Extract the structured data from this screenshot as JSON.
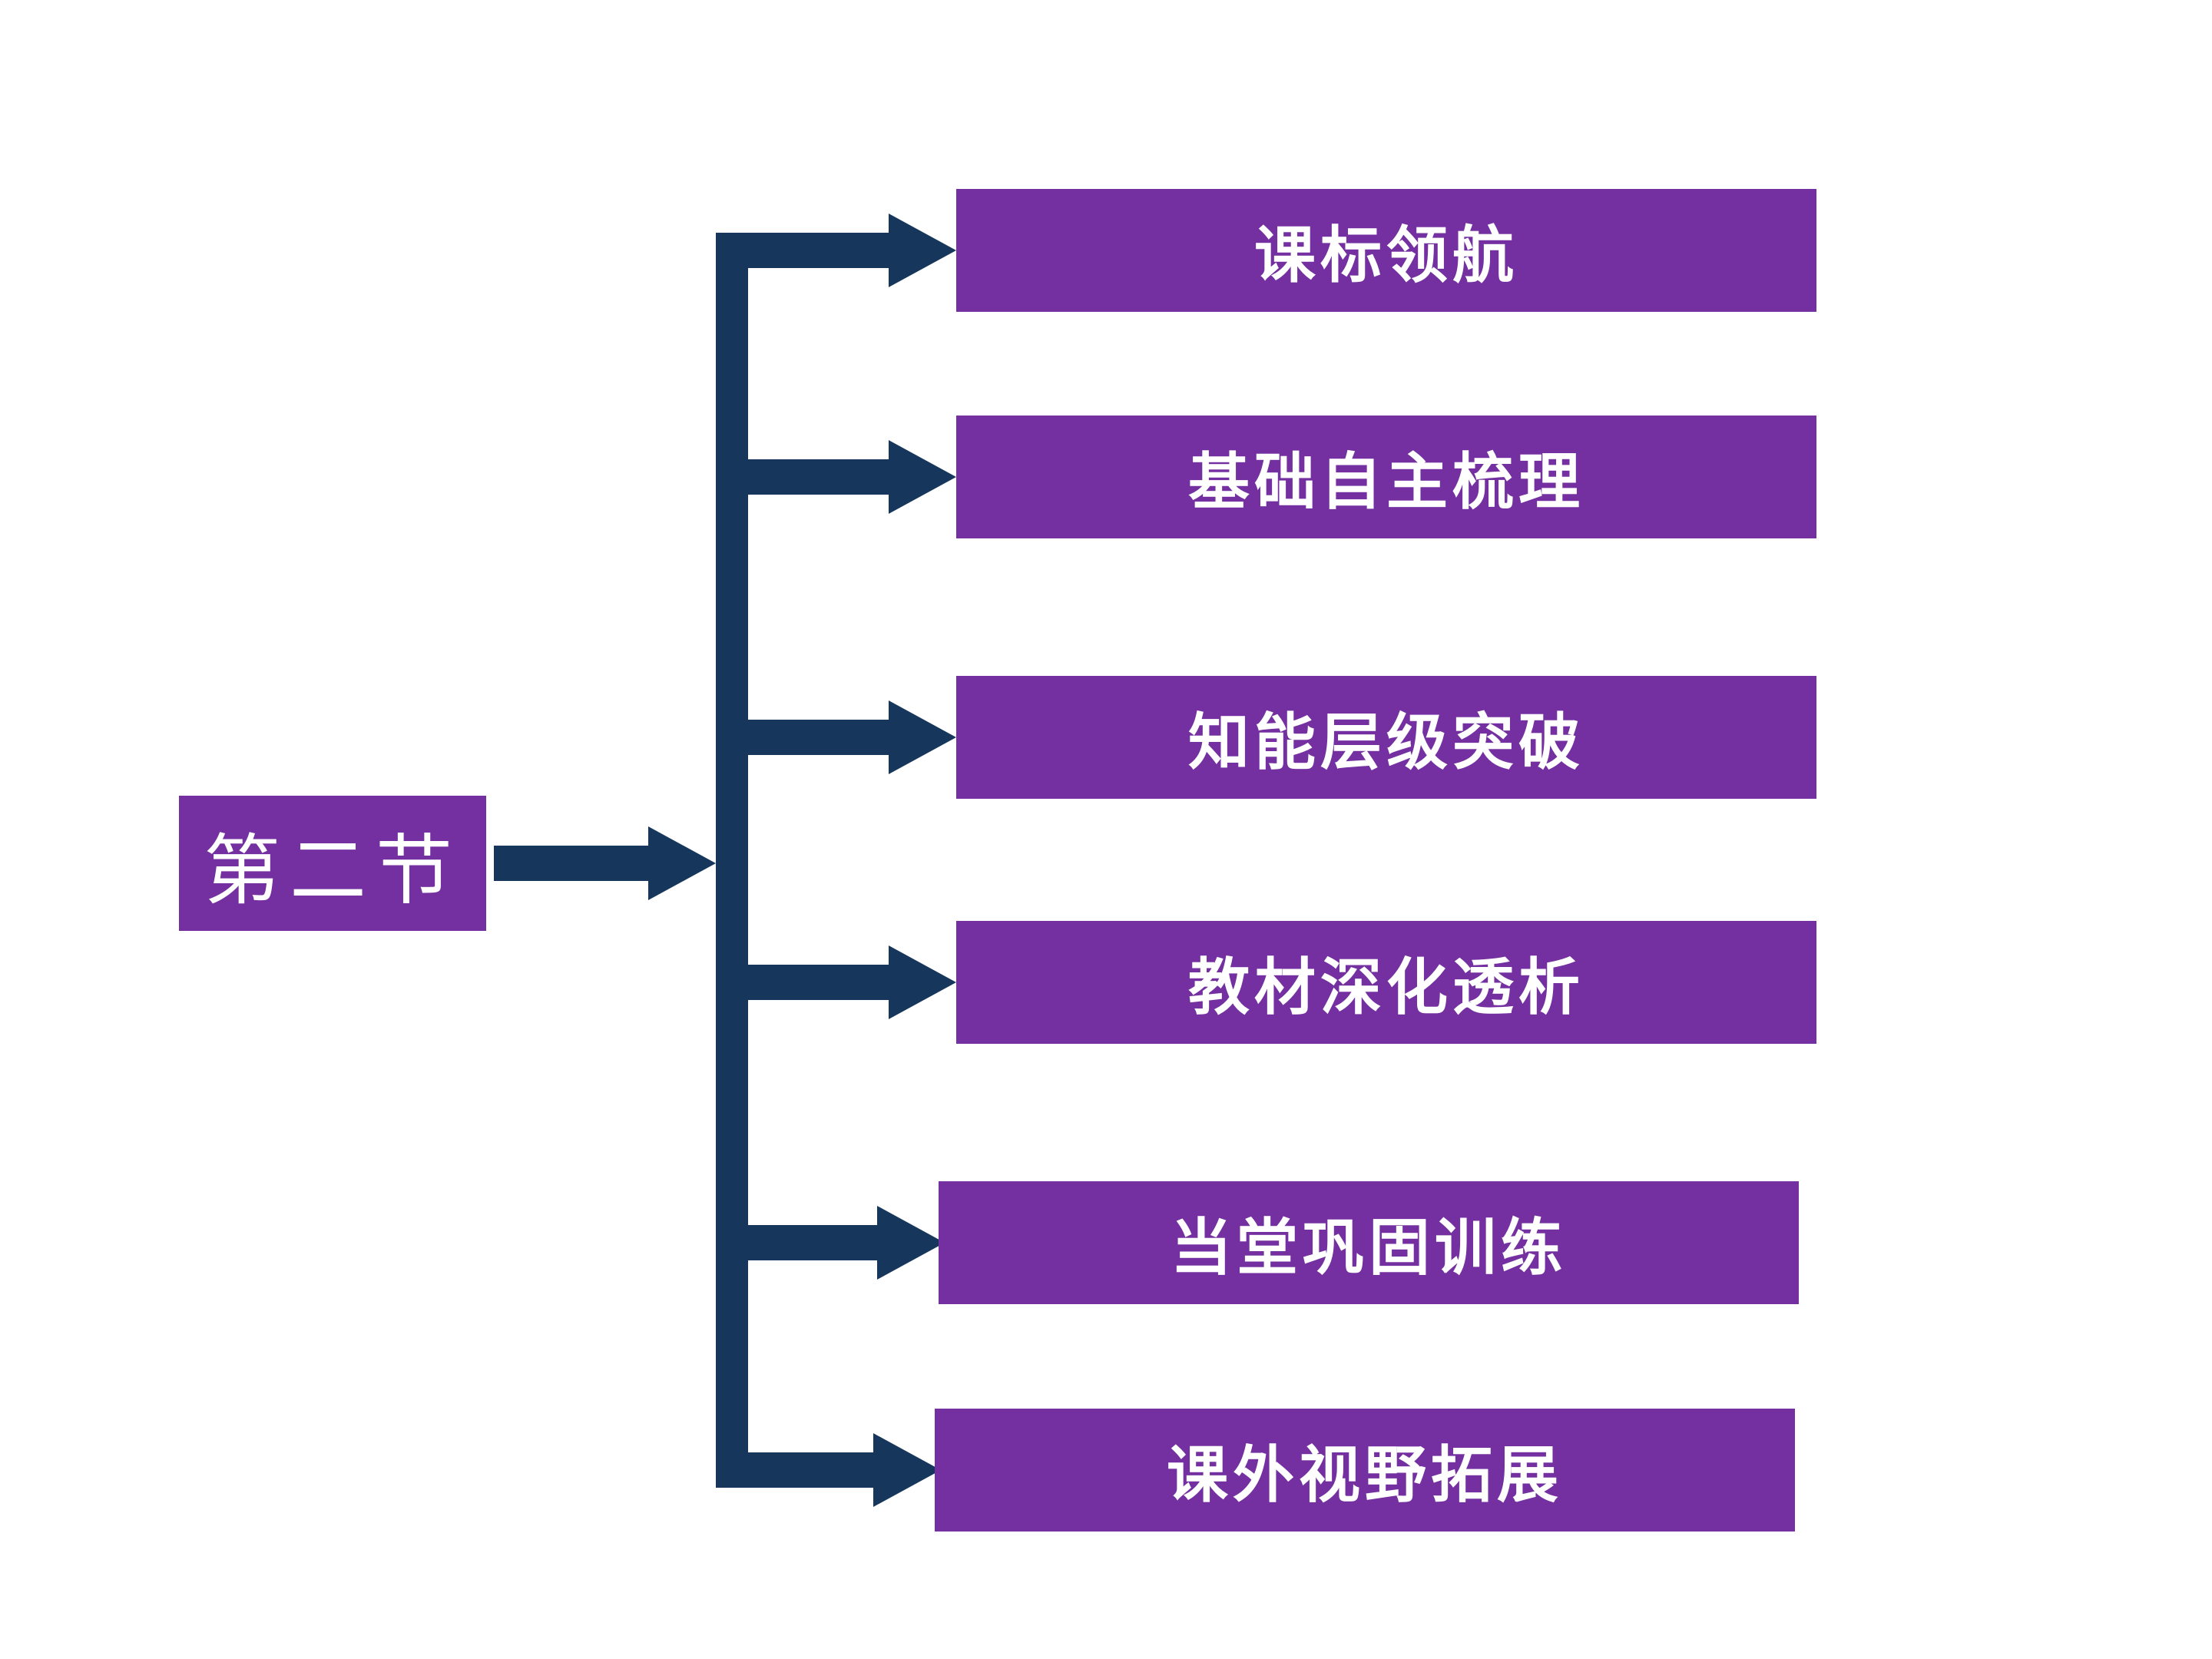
{
  "diagram": {
    "root": {
      "label": "第二节"
    },
    "branches": [
      {
        "label": "课标领航"
      },
      {
        "label": "基础自主梳理"
      },
      {
        "label": "知能层级突破"
      },
      {
        "label": "教材深化透析"
      },
      {
        "label": "当堂巩固训练"
      },
      {
        "label": "课外视野拓展"
      }
    ],
    "colors": {
      "box": "#7430A0",
      "connector": "#16365C",
      "text": "#FFFFFF",
      "background": "#FFFFFF"
    }
  }
}
